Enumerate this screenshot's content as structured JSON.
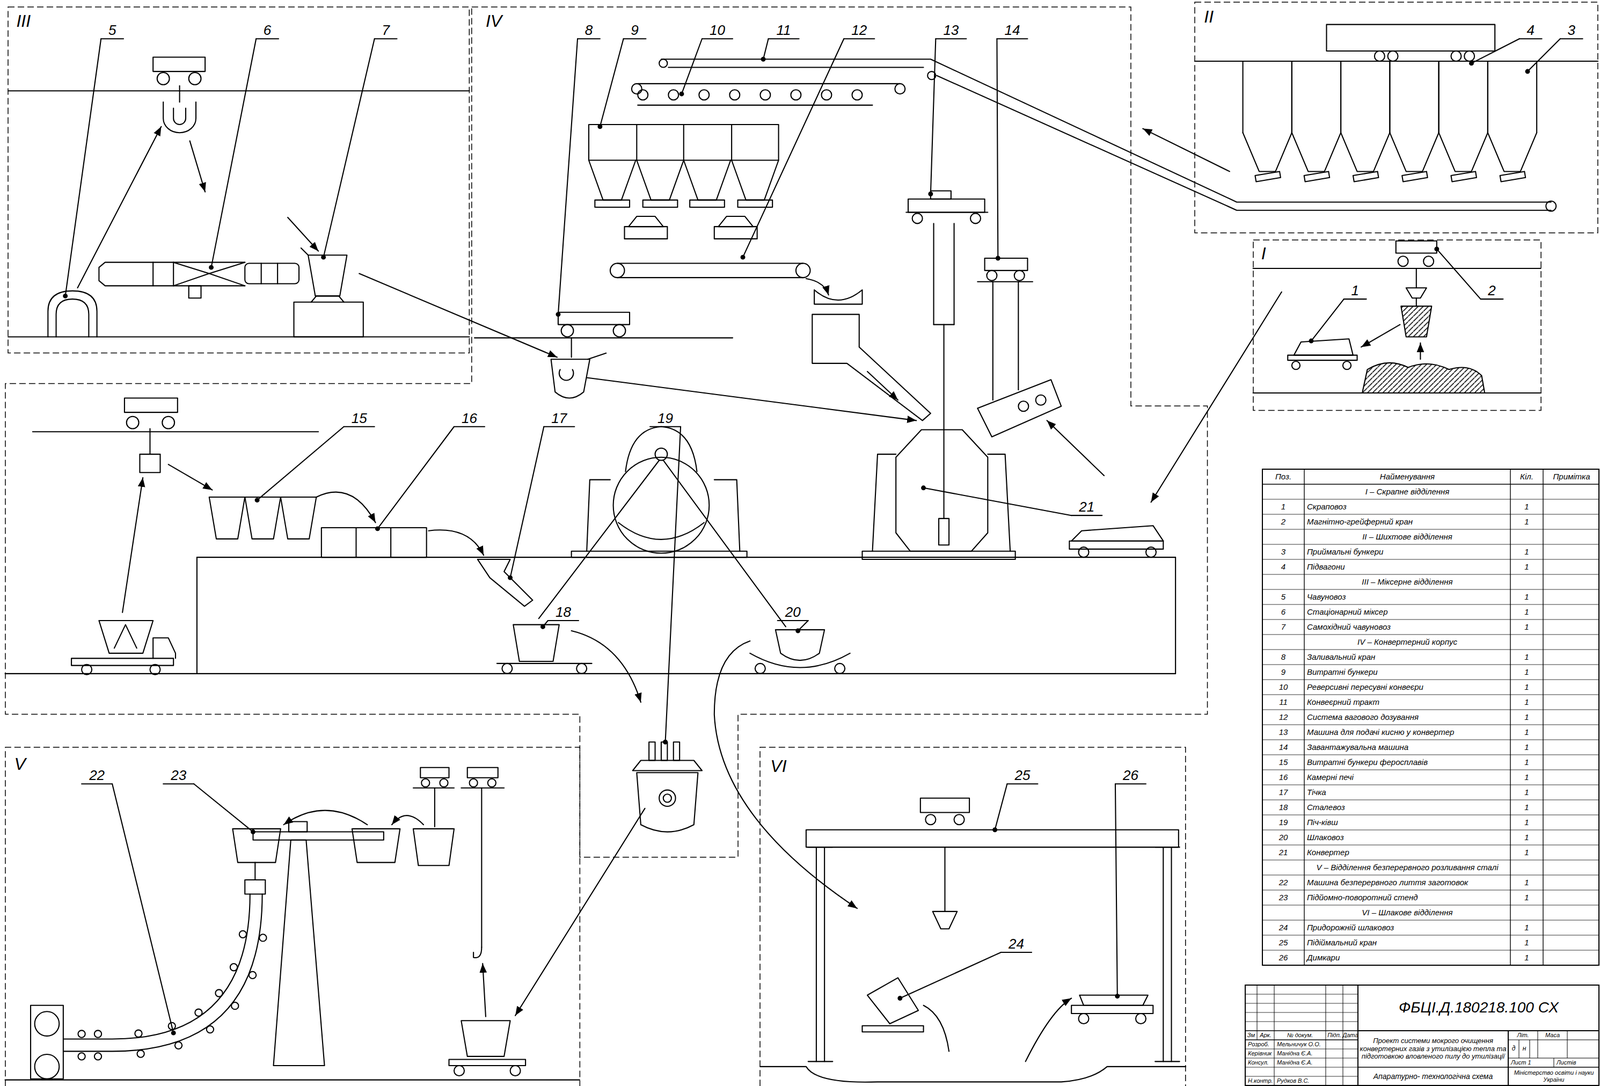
{
  "diagram": {
    "nodes": [
      {
        "text": [
          "III"
        ]
      },
      {
        "text": [
          "IV"
        ]
      },
      {
        "text": [
          "II"
        ]
      },
      {
        "text": [
          "I"
        ]
      },
      {
        "text": [
          "V"
        ]
      },
      {
        "text": [
          "VI"
        ]
      }
    ],
    "labels": [
      "1",
      "2",
      "3",
      "4",
      "5",
      "6",
      "7",
      "8",
      "9",
      "10",
      "11",
      "12",
      "13",
      "14",
      "15",
      "16",
      "17",
      "18",
      "19",
      "20",
      "21",
      "22",
      "23",
      "24",
      "25",
      "26",
      "Поз.",
      "Найменування",
      "Кіл.",
      "Примітка",
      "I – Скрапне відділення",
      "1",
      "Скраповоз",
      "1",
      "2",
      "Магнітно-грейферний кран",
      "1",
      "II – Шихтове відділення",
      "3",
      "Приймальні бункери",
      "1",
      "4",
      "Підвагони",
      "1",
      "III – Міксерне відділення",
      "5",
      "Чавуновоз",
      "1",
      "6",
      "Стаціонарний міксер",
      "1",
      "7",
      "Самохідний чавуновоз",
      "1",
      "IV – Конвертерний корпус",
      "8",
      "Заливальний кран",
      "1",
      "9",
      "Витратні бункери",
      "1",
      "10",
      "Реверсивні пересувні конвеєри",
      "1",
      "11",
      "Конвеєрний тракт",
      "1",
      "12",
      "Система вагового дозування",
      "1",
      "13",
      "Машина для подачі кисню у конвертер",
      "1",
      "14",
      "Завантажувальна машина",
      "1",
      "15",
      "Витратні бункери феросплавів",
      "1",
      "16",
      "Камерні печі",
      "1",
      "17",
      "Тічка",
      "1",
      "18",
      "Сталевоз",
      "1",
      "19",
      "Піч-ківш",
      "1",
      "20",
      "Шлаковоз",
      "1",
      "21",
      "Конвертер",
      "1",
      "V – Відділення безперервного розливання сталі",
      "22",
      "Машина безперервного лиття заготовок",
      "1",
      "23",
      "Підйомно-поворотний стенд",
      "1",
      "VI – Шлакове відділення",
      "24",
      "Придорожній шлаковоз",
      "1",
      "25",
      "Підіймальний кран",
      "1",
      "26",
      "Димкари",
      "1",
      "ФБЦІ.Д.180218.100 СХ",
      "Зм",
      "Арк.",
      "№ докум.",
      "Підп.",
      "Дата",
      "Розроб.",
      "Мельничук О.О.",
      "Керівник",
      "Манідна Є.А.",
      "Консул.",
      "Манідна Є.А.",
      "Н.контр.",
      "Рудков В.С.",
      "Проект системи мокрого очищення конвертерних газів з утилізацією тепла та підготовкою вловленого пилу до утилізації",
      "Апаратурно- технологічна схема",
      "Літ.",
      "Маса",
      "д",
      "н",
      "Лист 1",
      "Листів",
      "Міністерство освіти і науки України"
    ]
  }
}
